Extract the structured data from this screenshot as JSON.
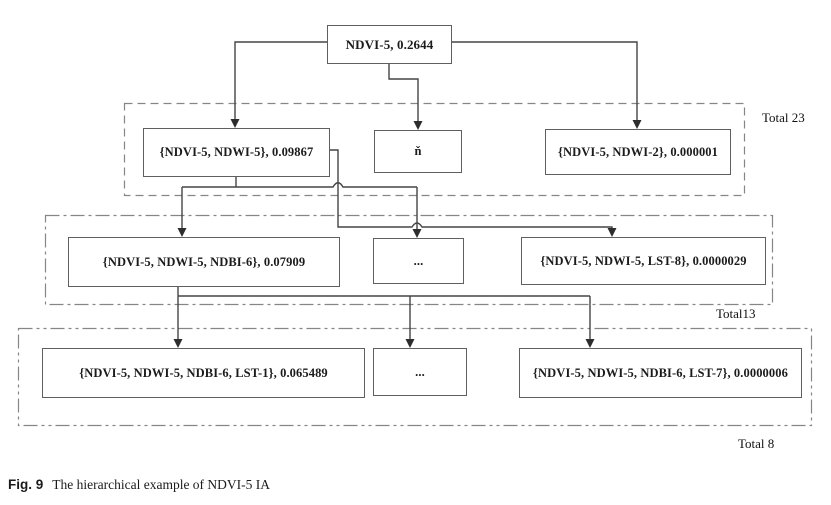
{
  "colors": {
    "line": "#454545",
    "arrowhead": "#2d2d2d",
    "box_border": "#5f5f5f",
    "container_border": "#868686",
    "text": "#1b1b1b",
    "background": "#ffffff"
  },
  "diagram": {
    "root": {
      "label": "NDVI-5, 0.2644"
    },
    "levels": [
      {
        "total": "Total 23",
        "nodes": [
          {
            "label": "{NDVI-5, NDWI-5}, 0.09867"
          },
          {
            "label": "ň"
          },
          {
            "label": "{NDVI-5, NDWI-2}, 0.000001"
          }
        ]
      },
      {
        "total": "Total13",
        "nodes": [
          {
            "label": "{NDVI-5, NDWI-5, NDBI-6}, 0.07909"
          },
          {
            "label": "..."
          },
          {
            "label": "{NDVI-5, NDWI-5, LST-8}, 0.0000029"
          }
        ]
      },
      {
        "total": "Total 8",
        "nodes": [
          {
            "label": "{NDVI-5, NDWI-5, NDBI-6, LST-1}, 0.065489"
          },
          {
            "label": "..."
          },
          {
            "label": "{NDVI-5, NDWI-5, NDBI-6, LST-7}, 0.0000006"
          }
        ]
      }
    ]
  },
  "caption": {
    "label": "Fig. 9",
    "text": "The hierarchical example of NDVI-5 IA"
  }
}
